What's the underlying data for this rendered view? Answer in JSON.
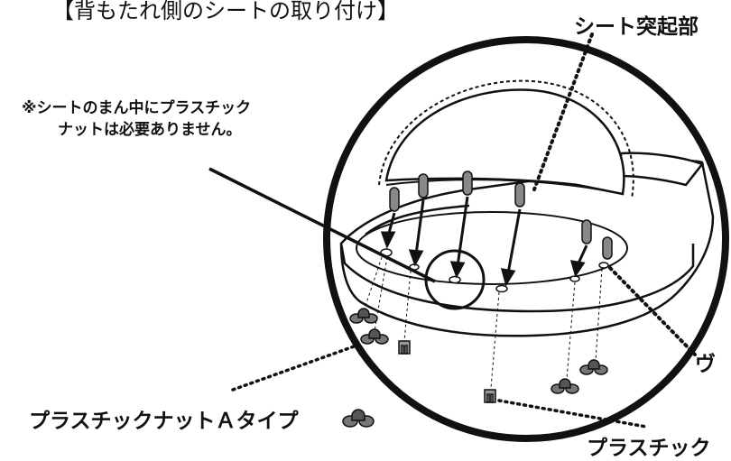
{
  "title": "【背もたれ側のシートの取り付け】",
  "seat_projection_label": "シート突起部",
  "note": {
    "line1": "※シートのまん中にプラスチック",
    "line2": "ナットは必要ありません。"
  },
  "nut_a_label": "プラスチックナットＡタイプ",
  "nut_b_label": "プラスチック",
  "cut_label": "ヴ"
}
